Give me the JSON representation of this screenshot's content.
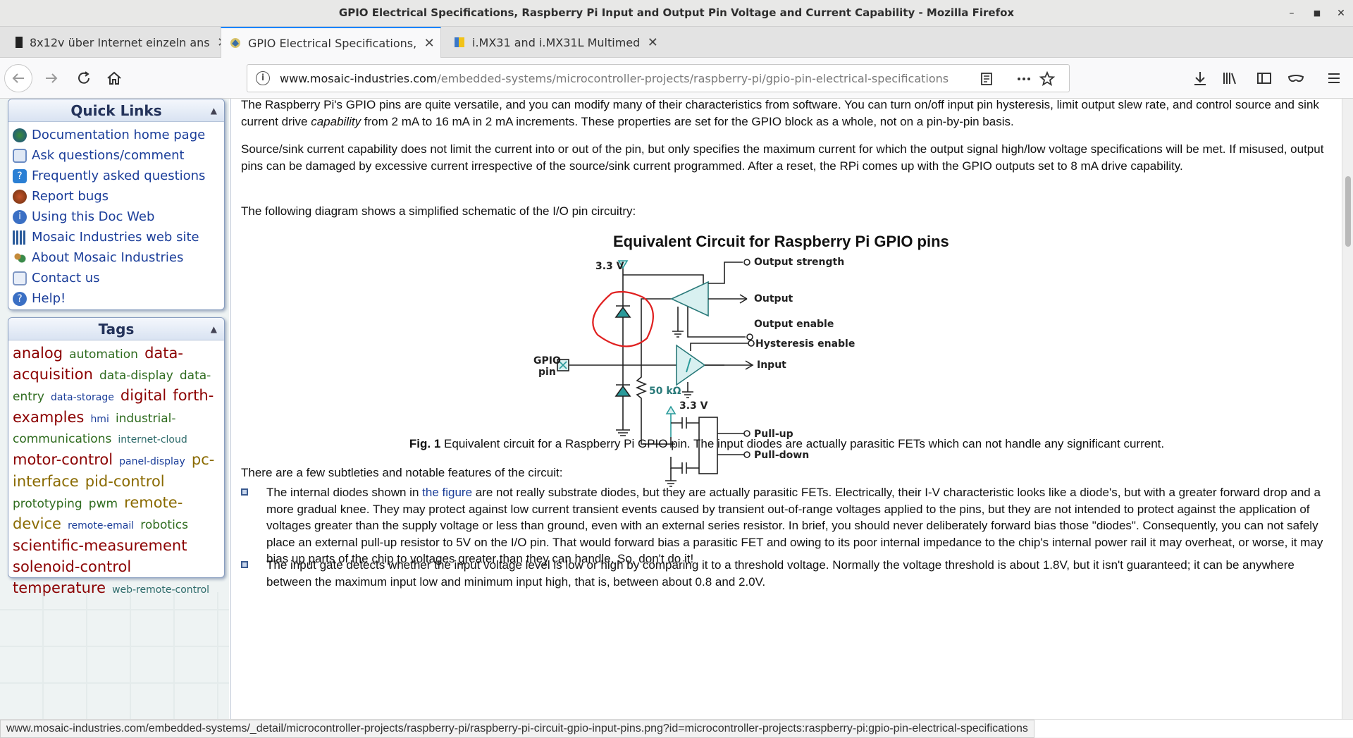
{
  "window": {
    "title": "GPIO Electrical Specifications, Raspberry Pi Input and Output Pin Voltage and Current Capability - Mozilla Firefox"
  },
  "tabs": [
    {
      "label": "8x12v über Internet einzeln ans"
    },
    {
      "label": "GPIO Electrical Specifications,"
    },
    {
      "label": "i.MX31 and i.MX31L Multimed"
    }
  ],
  "urlbar": {
    "host": "www.mosaic-industries.com",
    "path": "/embedded-systems/microcontroller-projects/raspberry-pi/gpio-pin-electrical-specifications"
  },
  "quicklinks": {
    "title": "Quick Links",
    "items": [
      {
        "label": "Documentation home page"
      },
      {
        "label": "Ask questions/comment"
      },
      {
        "label": "Frequently asked questions"
      },
      {
        "label": "Report bugs"
      },
      {
        "label": "Using this Doc Web"
      },
      {
        "label": "Mosaic Industries web site"
      },
      {
        "label": "About Mosaic Industries"
      },
      {
        "label": "Contact us"
      },
      {
        "label": "Help!"
      }
    ]
  },
  "tagsbox": {
    "title": "Tags",
    "tags": [
      {
        "text": "analog",
        "color": "#8b0000",
        "size": "large"
      },
      {
        "text": "automation",
        "color": "#2e6b1e",
        "size": "medium"
      },
      {
        "text": "data-acquisition",
        "color": "#8b0000",
        "size": "large"
      },
      {
        "text": "data-display",
        "color": "#2e6b1e",
        "size": "medium"
      },
      {
        "text": "data-entry",
        "color": "#2e6b1e",
        "size": "medium"
      },
      {
        "text": "data-storage",
        "color": "#1a3d99",
        "size": "small"
      },
      {
        "text": "digital",
        "color": "#8b0000",
        "size": "large"
      },
      {
        "text": "forth-examples",
        "color": "#8b0000",
        "size": "large"
      },
      {
        "text": "hmi",
        "color": "#1a3d99",
        "size": "small"
      },
      {
        "text": "industrial-communications",
        "color": "#2e6b1e",
        "size": "medium"
      },
      {
        "text": "internet-cloud",
        "color": "#2e6b6b",
        "size": "small"
      },
      {
        "text": "motor-control",
        "color": "#8b0000",
        "size": "large"
      },
      {
        "text": "panel-display",
        "color": "#1a3d99",
        "size": "small"
      },
      {
        "text": "pc-interface",
        "color": "#8a6a00",
        "size": "large"
      },
      {
        "text": "pid-control",
        "color": "#8a6a00",
        "size": "large"
      },
      {
        "text": "prototyping",
        "color": "#2e6b1e",
        "size": "medium"
      },
      {
        "text": "pwm",
        "color": "#2e6b1e",
        "size": "medium"
      },
      {
        "text": "remote-device",
        "color": "#8a6a00",
        "size": "large"
      },
      {
        "text": "remote-email",
        "color": "#1a3d99",
        "size": "small"
      },
      {
        "text": "robotics",
        "color": "#2e6b1e",
        "size": "medium"
      },
      {
        "text": "scientific-measurement",
        "color": "#8b0000",
        "size": "large"
      },
      {
        "text": "solenoid-control",
        "color": "#8b0000",
        "size": "large"
      },
      {
        "text": "temperature",
        "color": "#8b0000",
        "size": "large"
      },
      {
        "text": "web-remote-control",
        "color": "#2e6b6b",
        "size": "small"
      }
    ]
  },
  "content": {
    "p1_a": "The Raspberry Pi's GPIO pins are quite versatile, and you can modify many of their characteristics from software. You can turn on/off input pin hysteresis, limit output slew rate, and control source and sink current drive ",
    "p1_em": "capability",
    "p1_b": " from 2 mA to 16 mA in 2 mA increments. These properties are set for the GPIO block as a whole, not on a pin-by-pin basis.",
    "p2": "Source/sink current capability does not limit the current into or out of the pin, but only specifies the maximum current for which the output signal high/low voltage specifications will be met. If misused, output pins can be damaged by excessive current irrespective of the source/sink current programmed. After a reset, the RPi comes up with the GPIO outputs set to 8 mA drive capability.",
    "p3": "The following diagram shows a simplified schematic of the I/O pin circuitry:",
    "figure_title": "Equivalent Circuit for Raspberry Pi GPIO pins",
    "figure_labels": {
      "v33a": "3.3 V",
      "v33b": "3.3 V",
      "output_strength": "Output strength",
      "output": "Output",
      "output_enable": "Output enable",
      "hysteresis_enable": "Hysteresis enable",
      "input": "Input",
      "gpio": "GPIO",
      "pin": "pin",
      "resistor": "50 kΩ",
      "pullup": "Pull-up",
      "pulldown": "Pull-down"
    },
    "caption_bold": "Fig. 1",
    "caption_text": "  Equivalent circuit for a Raspberry Pi GPIO pin. The input diodes are actually parasitic FETs which can not handle any significant current.",
    "p4": "There are a few subtleties and notable features of the circuit:",
    "b1_a": "The internal diodes shown in ",
    "b1_link": "the figure",
    "b1_b": " are not really substrate diodes, but they are actually parasitic FETs. Electrically, their I-V characteristic looks like a diode's, but with a greater forward drop and a more gradual knee. They may protect against low current transient events caused by transient out-of-range voltages applied to the pins, but they are not intended to protect against the application of voltages greater than the supply voltage or less than ground, even with an external series resistor. In brief, you should never deliberately forward bias those \"diodes\". Consequently, you can not safely place an external pull-up resistor to 5V on the I/O pin. That would forward bias a parasitic FET and owing to its poor internal impedance to the chip's internal power rail it may overheat, or worse, it may bias up parts of the chip to voltages greater than they can handle. So, don't do it!",
    "b2": "The input gate detects whether the input voltage level is low or high by comparing it to a threshold voltage. Normally the voltage threshold is about 1.8V, but it isn't guaranteed; it can be anywhere between the maximum input low and minimum input high, that is, between about 0.8 and 2.0V."
  },
  "status": {
    "url": "www.mosaic-industries.com/embedded-systems/_detail/microcontroller-projects/raspberry-pi/raspberry-pi-circuit-gpio-input-pins.png?id=microcontroller-projects:raspberry-pi:gpio-pin-electrical-specifications"
  }
}
